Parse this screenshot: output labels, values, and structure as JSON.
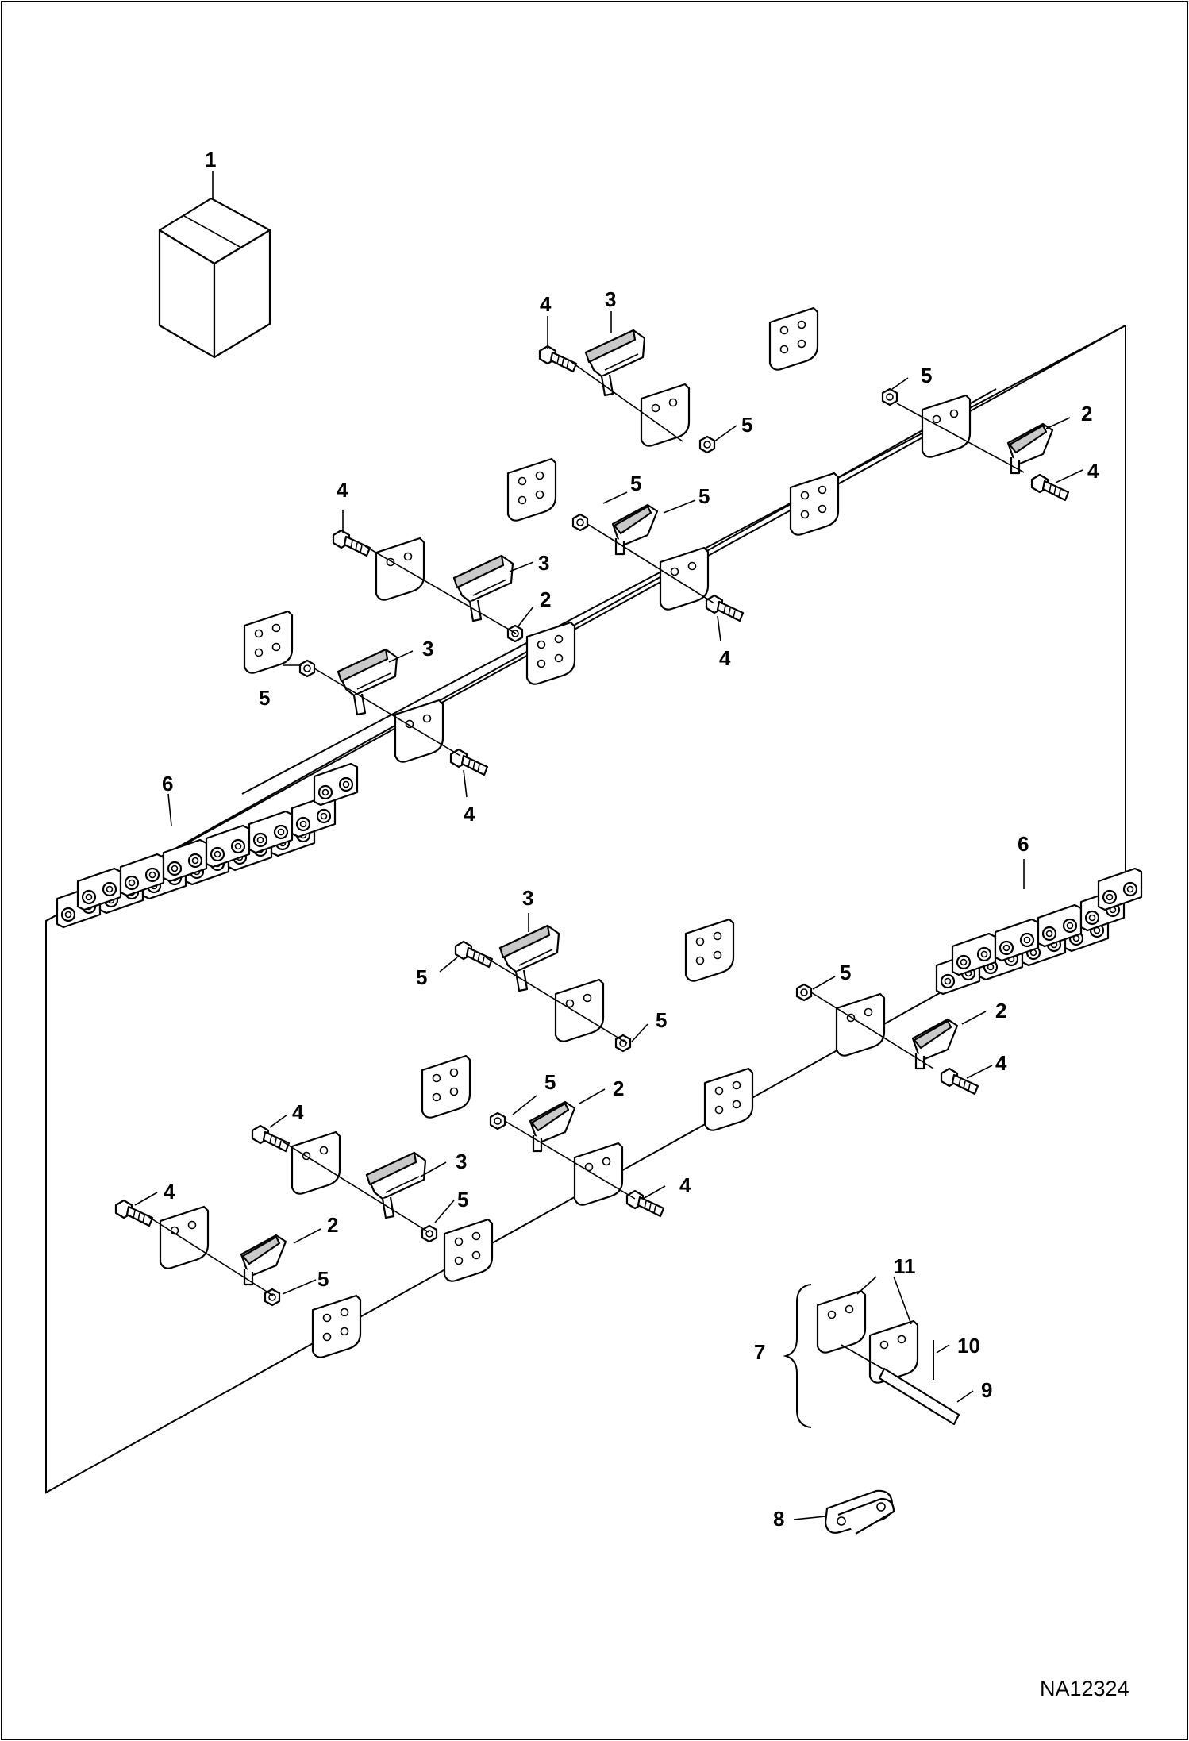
{
  "figure_id": "NA12324",
  "callouts": [
    {
      "label": "1"
    },
    {
      "label": "3"
    },
    {
      "label": "4"
    },
    {
      "label": "5"
    },
    {
      "label": "5"
    },
    {
      "label": "2"
    },
    {
      "label": "4"
    },
    {
      "label": "4"
    },
    {
      "label": "3"
    },
    {
      "label": "5"
    },
    {
      "label": "5"
    },
    {
      "label": "2"
    },
    {
      "label": "4"
    },
    {
      "label": "3"
    },
    {
      "label": "5"
    },
    {
      "label": "4"
    },
    {
      "label": "6"
    },
    {
      "label": "3"
    },
    {
      "label": "5"
    },
    {
      "label": "5"
    },
    {
      "label": "6"
    },
    {
      "label": "5"
    },
    {
      "label": "2"
    },
    {
      "label": "4"
    },
    {
      "label": "4"
    },
    {
      "label": "5"
    },
    {
      "label": "2"
    },
    {
      "label": "3"
    },
    {
      "label": "5"
    },
    {
      "label": "4"
    },
    {
      "label": "4"
    },
    {
      "label": "2"
    },
    {
      "label": "5"
    },
    {
      "label": "11"
    },
    {
      "label": "10"
    },
    {
      "label": "7"
    },
    {
      "label": "9"
    },
    {
      "label": "8"
    }
  ]
}
